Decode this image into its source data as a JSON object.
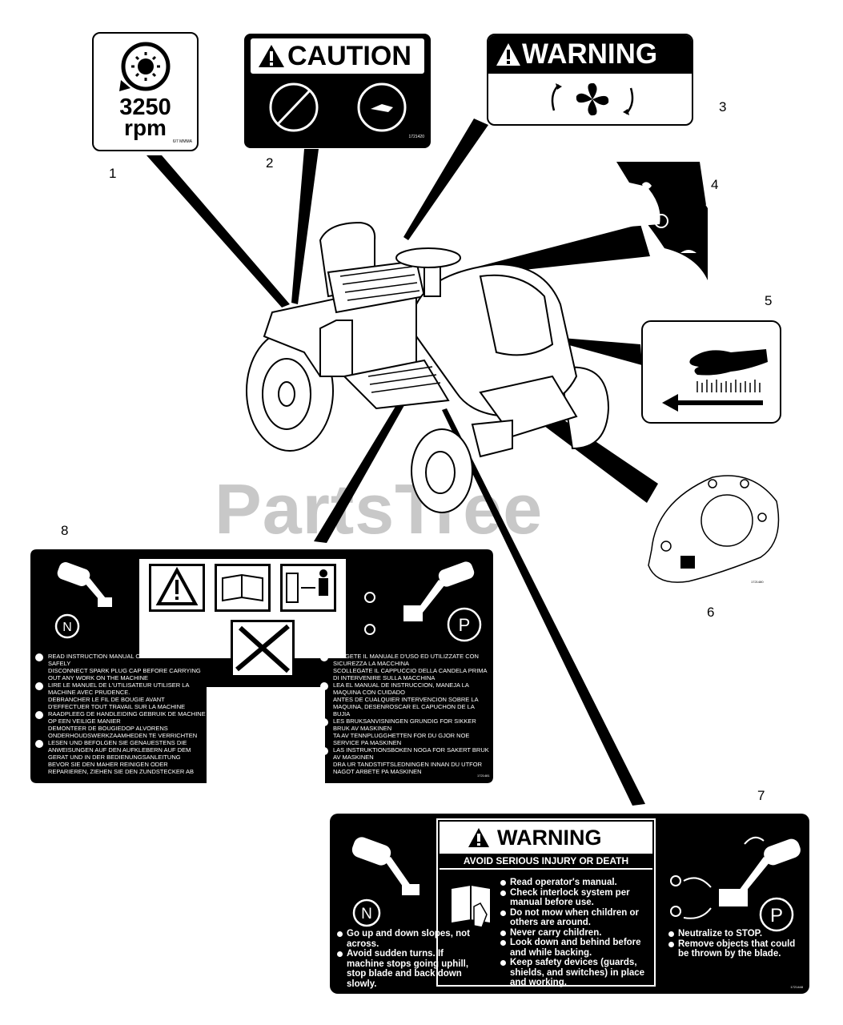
{
  "watermark": "PartsTree",
  "callouts": [
    "1",
    "2",
    "3",
    "4",
    "5",
    "6",
    "7",
    "8"
  ],
  "decal1": {
    "rpm_value": "3250",
    "rpm_unit": "rpm",
    "part_code": "6/7 MMMA"
  },
  "decal2": {
    "title": "CAUTION",
    "part_code": "1721420"
  },
  "decal3": {
    "title": "WARNING"
  },
  "decal7": {
    "title": "WARNING",
    "subtitle": "AVOID SERIOUS INJURY OR DEATH",
    "left_items": [
      "Go up and down slopes, not across.",
      "Avoid sudden turns. If machine stops going uphill, stop blade and back down slowly."
    ],
    "middle_items": [
      "Read operator's manual.",
      "Check interlock system per manual before use.",
      "Do not mow when children or others are around.",
      "Never carry children.",
      "Look down and behind before and while backing.",
      "Keep safety devices (guards, shields, and switches) in place and working."
    ],
    "right_items": [
      "Neutralize to STOP.",
      "Remove objects that could be thrown by the blade."
    ],
    "neutral": "N",
    "park": "P"
  },
  "decal8": {
    "neutral": "N",
    "park": "P",
    "left_items": [
      "READ INSTRUCTION MANUAL OPERATE MACHINE SAFELY",
      "DISCONNECT SPARK PLUG CAP BEFORE CARRYING OUT ANY WORK ON THE MACHINE",
      "LIRE LE MANUEL DE L'UTILISATEUR UTILISER LA MACHINE AVEC PRUDENCE.",
      "DEBRANCHER LE FIL DE BOUGIE AVANT D'EFFECTUER TOUT TRAVAIL SUR LA MACHINE",
      "RAADPLEEG DE HANDLEIDING GEBRUIK DE MACHINE OP EEN VEILIGE MANIER",
      "DEMONTEER DE BOUGIEDOP ALVORENS ONDERHOUDSWERKZAAMHEDEN TE VERRICHTEN",
      "LESEN UND BEFOLGEN SIE GENAUESTENS DIE ANWEISUNGEN AUF DEN AUFKLEBERN AUF DEM GERAT UND IN DER BEDIENUNGSANLEITUNG",
      "BEVOR SIE DEN MAHER REINIGEN ODER REPARIEREN, ZIEHEN SIE DEN ZUNDSTECKER AB"
    ],
    "right_items": [
      "LEGGETE IL MANUALE D'USO ED UTILIZZATE CON SICUREZZA LA MACCHINA",
      "SCOLLEGATE IL CAPPUCCIO DELLA CANDELA PRIMA DI INTERVENIRE SULLA MACCHINA",
      "LEA EL MANUAL DE INSTRUCCION, MANEJA LA MAQUINA CON CUIDADO",
      "ANTES DE CUALQUIER INTERVENCION SOBRE LA MAQUINA, DESENROSCAR EL CAPUCHON DE LA BUJIA",
      "LES BRUKSANVISNINGEN GRUNDIG FOR SIKKER BRUK AV MASKINEN",
      "TA AV TENNPLUGGHETTEN FOR DU GJOR NOE SERVICE PA MASKINEN",
      "LAS INSTRUKTIONSBOKEN NOGA FOR SAKERT BRUK AV MASKINEN",
      "DRA UR TANDSTIFTSLEDNINGEN INNAN DU UTFOR NAGOT ARBETE PA MASKINEN"
    ],
    "part_code": "1721481"
  },
  "decal7_code": "1721448",
  "decal6_code": "1721480"
}
